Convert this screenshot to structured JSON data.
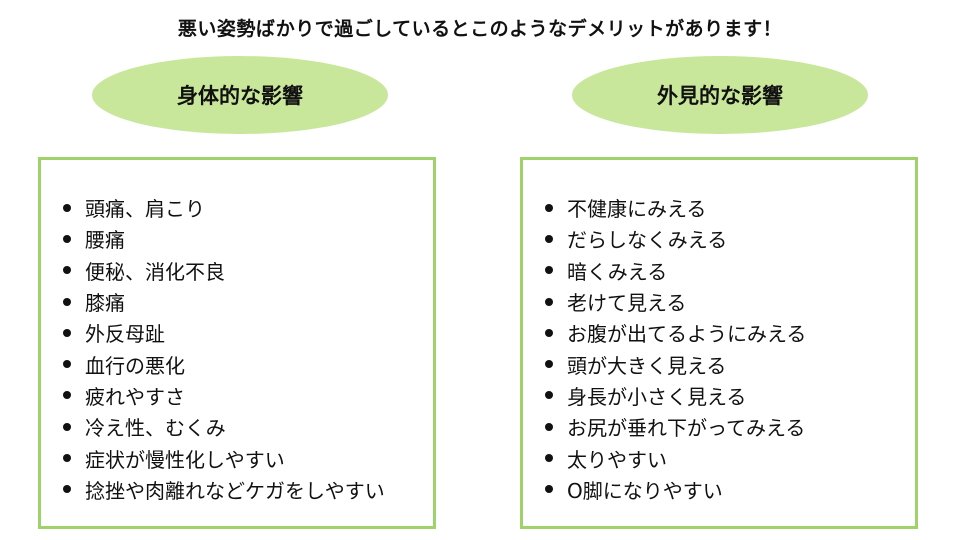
{
  "title": "悪い姿勢ばかりで過ごしているとこのようなデメリットがあります！",
  "colors": {
    "pill": "#c9e79a",
    "border": "#9fd26a",
    "text": "#111111"
  },
  "left": {
    "heading": "身体的な影響",
    "items": [
      "頭痛、肩こり",
      "腰痛",
      "便秘、消化不良",
      "膝痛",
      "外反母趾",
      "血行の悪化",
      "疲れやすさ",
      "冷え性、むくみ",
      "症状が慢性化しやすい",
      "捻挫や肉離れなどケガをしやすい"
    ]
  },
  "right": {
    "heading": "外見的な影響",
    "items": [
      "不健康にみえる",
      "だらしなくみえる",
      "暗くみえる",
      "老けて見える",
      "お腹が出てるようにみえる",
      "頭が大きく見える",
      "身長が小さく見える",
      "お尻が垂れ下がってみえる",
      "太りやすい",
      "O脚になりやすい"
    ]
  }
}
